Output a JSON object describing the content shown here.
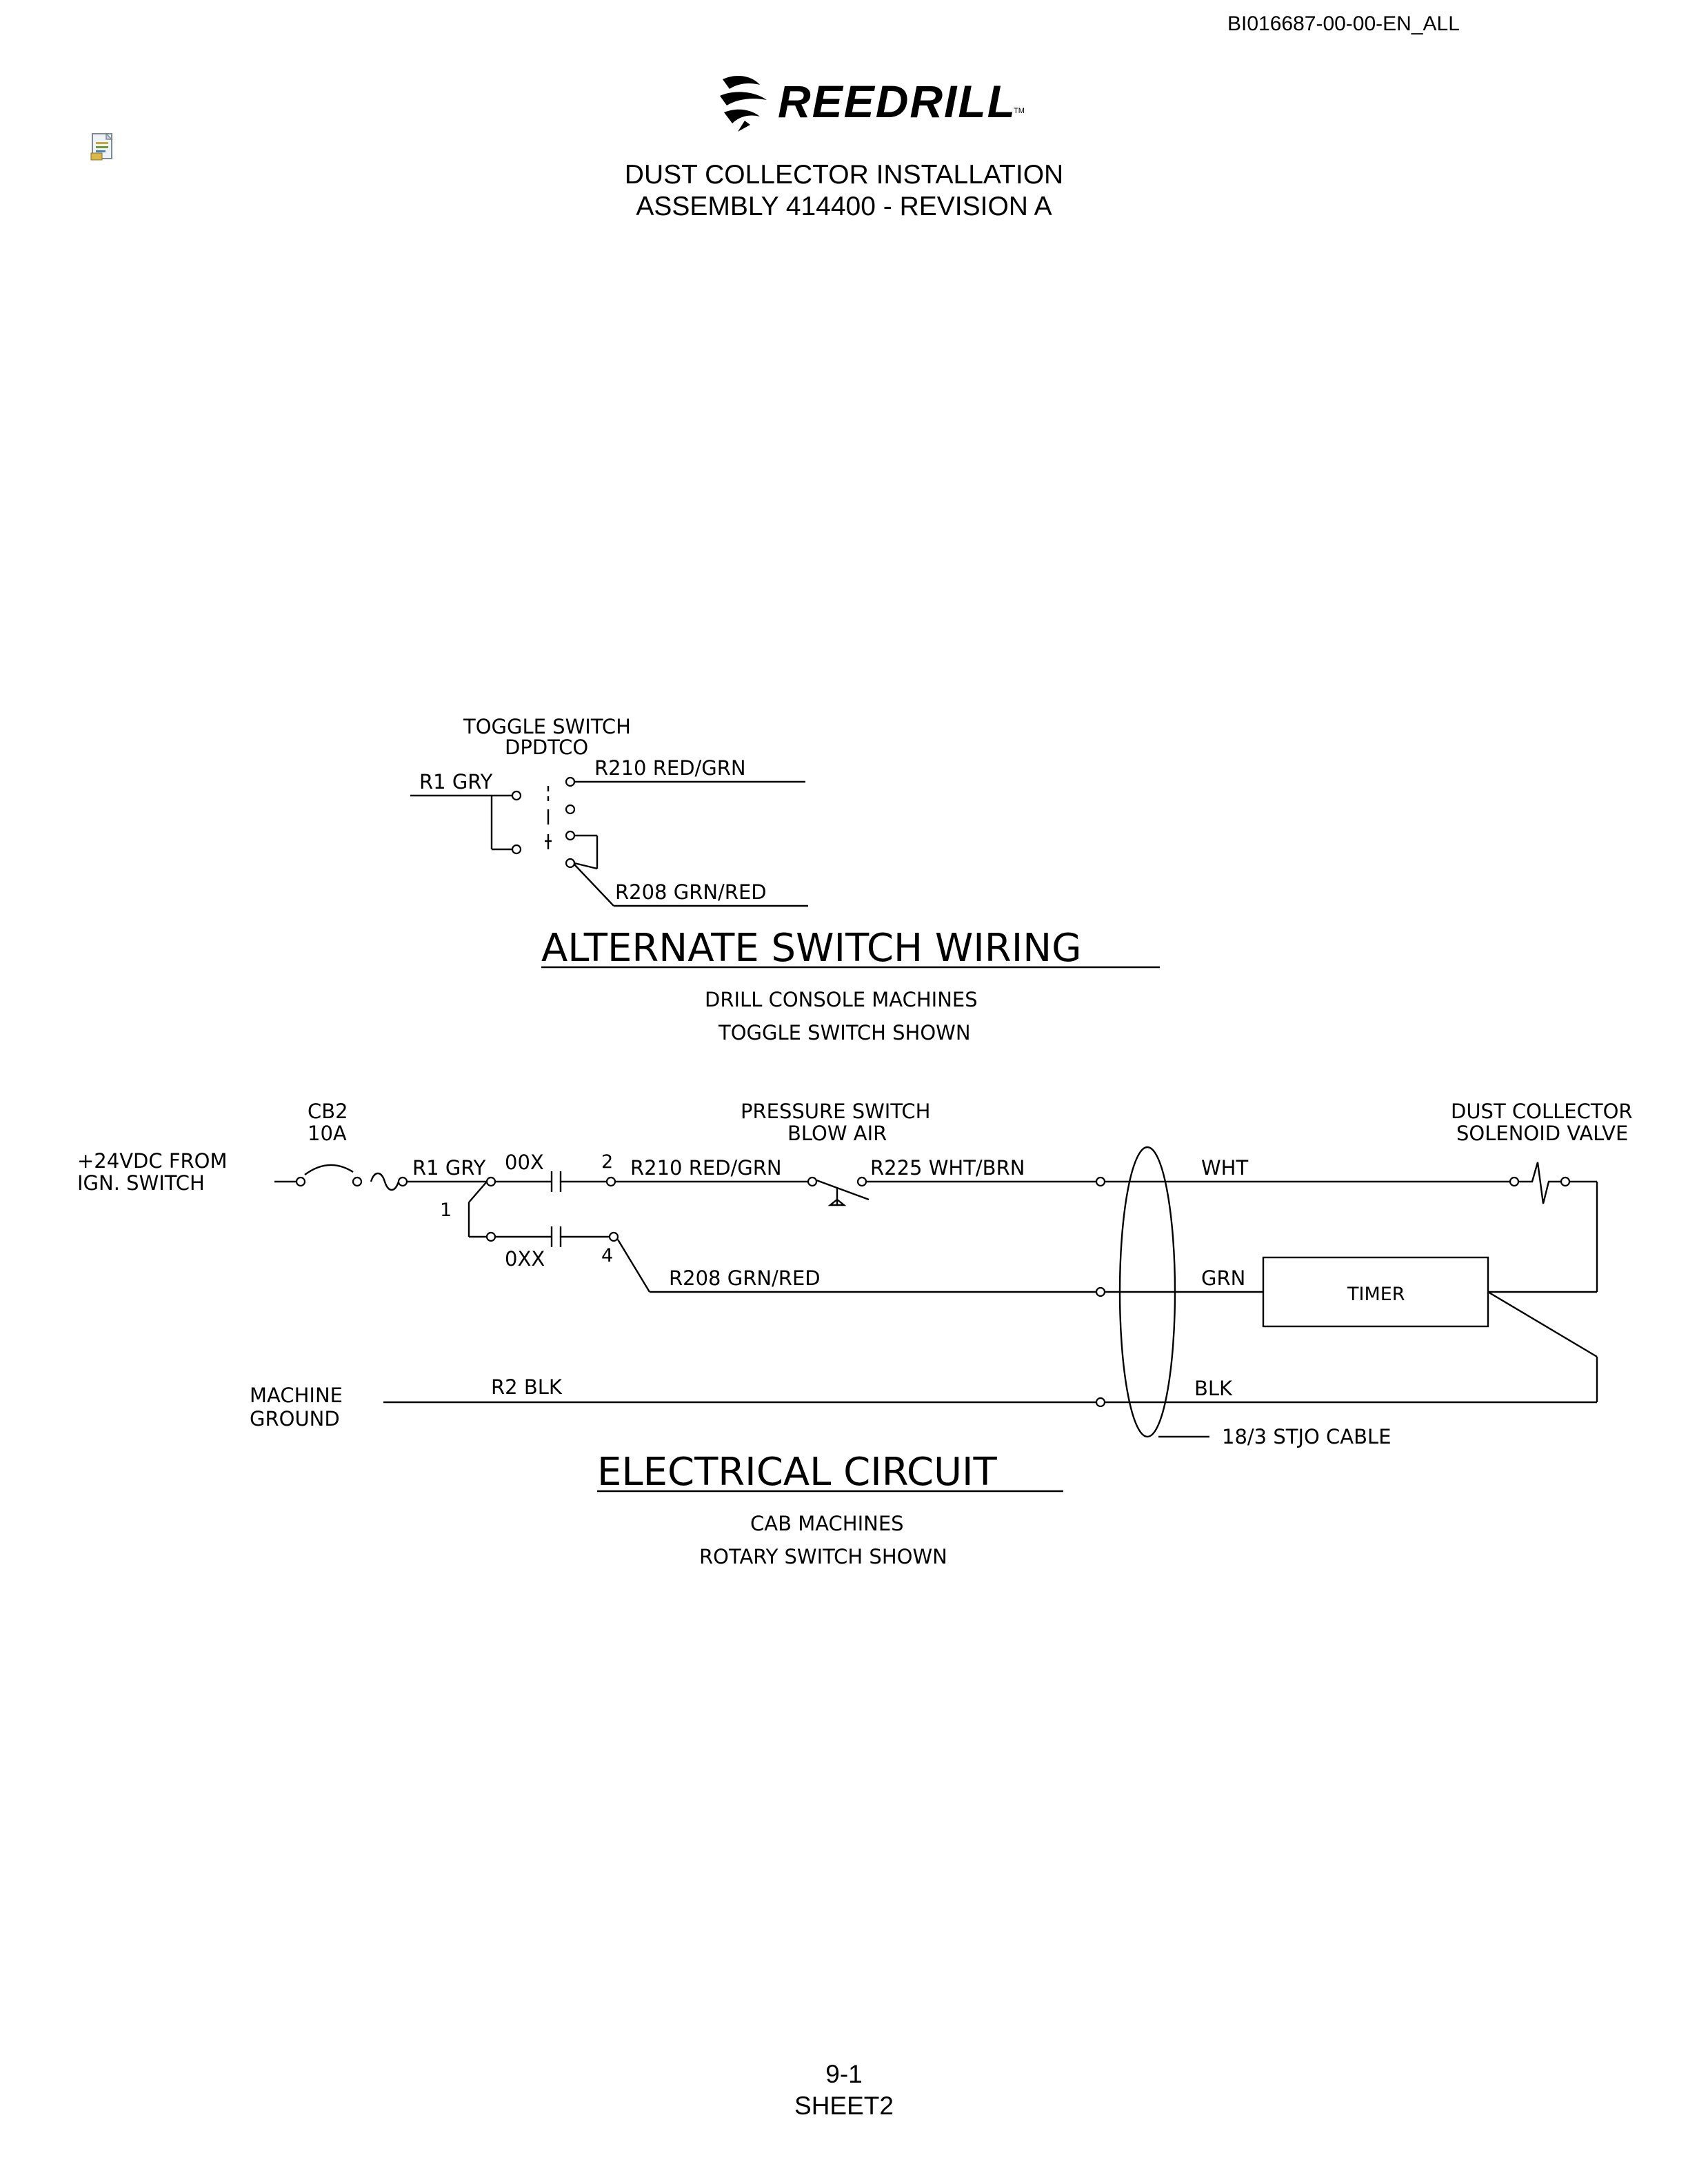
{
  "document": {
    "id": "BI016687-00-00-EN_ALL",
    "brand": "REEDRILL",
    "brand_tm": "TM",
    "title_line1": "DUST COLLECTOR INSTALLATION",
    "title_line2": "ASSEMBLY 414400 - REVISION A",
    "page_number": "9-1",
    "sheet": "SHEET2"
  },
  "alternate_wiring": {
    "switch_label_1": "TOGGLE SWITCH",
    "switch_label_2": "DPDTCO",
    "wire_r1": "R1 GRY",
    "wire_r210": "R210 RED/GRN",
    "wire_r208": "R208 GRN/RED",
    "heading": "ALTERNATE SWITCH WIRING",
    "sub_1": "DRILL CONSOLE MACHINES",
    "sub_2": "TOGGLE SWITCH SHOWN"
  },
  "electrical_circuit": {
    "source_1": "+24VDC FROM",
    "source_2": "IGN. SWITCH",
    "cb_label": "CB2",
    "cb_rating": "10A",
    "wire_r1": "R1 GRY",
    "contact_00x": "00X",
    "contact_0xx": "0XX",
    "terminal_1": "1",
    "terminal_2": "2",
    "terminal_4": "4",
    "wire_r210": "R210 RED/GRN",
    "pressure_switch_1": "PRESSURE SWITCH",
    "pressure_switch_2": "BLOW AIR",
    "wire_r225": "R225 WHT/BRN",
    "wire_r208": "R208 GRN/RED",
    "wht": "WHT",
    "grn": "GRN",
    "blk": "BLK",
    "valve_1": "DUST COLLECTOR",
    "valve_2": "SOLENOID VALVE",
    "timer": "TIMER",
    "ground_1": "MACHINE",
    "ground_2": "GROUND",
    "wire_r2": "R2 BLK",
    "cable": "18/3 STJO CABLE",
    "heading": "ELECTRICAL CIRCUIT",
    "sub_1": "CAB MACHINES",
    "sub_2": "ROTARY SWITCH SHOWN"
  }
}
